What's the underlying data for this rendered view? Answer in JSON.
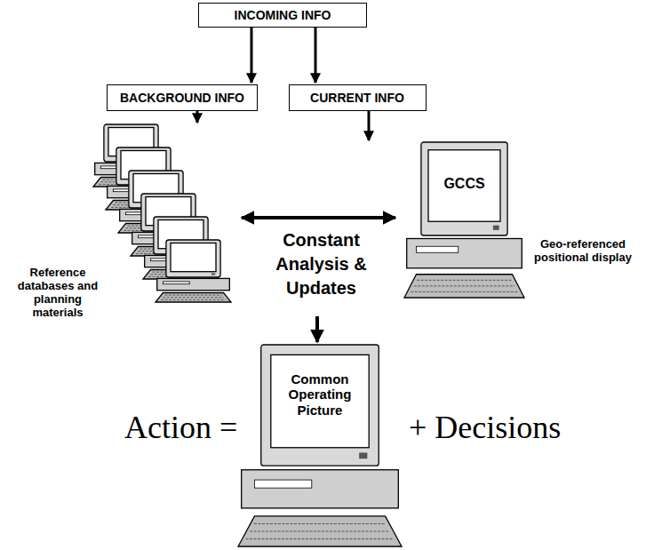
{
  "diagram": {
    "nodes": [
      {
        "text": [
          "INCOMING INFO"
        ]
      },
      {
        "text": [
          "BACKGROUND INFO"
        ]
      },
      {
        "text": [
          "CURRENT INFO"
        ]
      },
      {
        "text": [
          "Reference databases and planning materials"
        ]
      },
      {
        "text": [
          "GCCS",
          "Geo-referenced positional display"
        ]
      },
      {
        "text": [
          "Common Operating Picture"
        ]
      }
    ],
    "edges": [
      {
        "from": 0,
        "to": 1,
        "arrow": "to"
      },
      {
        "from": 0,
        "to": 2,
        "arrow": "to"
      },
      {
        "from": 1,
        "to": 3,
        "arrow": "to"
      },
      {
        "from": 2,
        "to": 4,
        "arrow": "to"
      },
      {
        "from": 3,
        "to": 4,
        "label": "Constant Analysis & Updates",
        "arrow": "both"
      }
    ],
    "labels": [
      "Action =",
      "+ Decisions"
    ]
  }
}
